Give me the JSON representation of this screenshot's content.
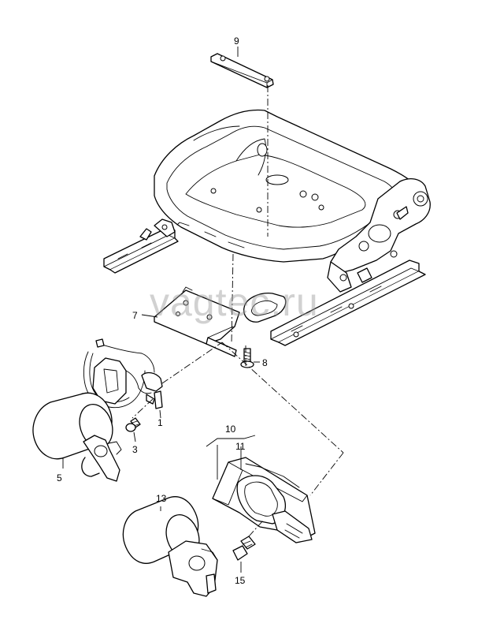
{
  "watermark": "vagtec.ru",
  "callouts": {
    "c1": "1",
    "c3": "3",
    "c5": "5",
    "c7": "7",
    "c8": "8",
    "c9": "9",
    "c10": "10",
    "c11": "11",
    "c13": "13",
    "c15": "15"
  }
}
